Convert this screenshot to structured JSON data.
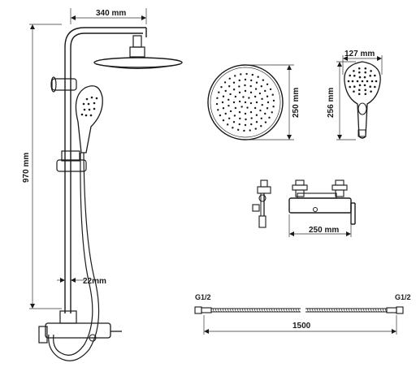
{
  "diagram": {
    "dimensions": {
      "arm_width": "340 mm",
      "total_height": "970 mm",
      "head_diameter": "250 mm",
      "hand_width": "127 mm",
      "hand_length": "256 mm",
      "pipe_diameter": "22mm",
      "mixer_width": "250 mm",
      "hose_length": "1500"
    },
    "hose_thread_left": "G1/2",
    "hose_thread_right": "G1/2"
  },
  "colors": {
    "ink": "#1a1a1a",
    "background": "#ffffff"
  }
}
